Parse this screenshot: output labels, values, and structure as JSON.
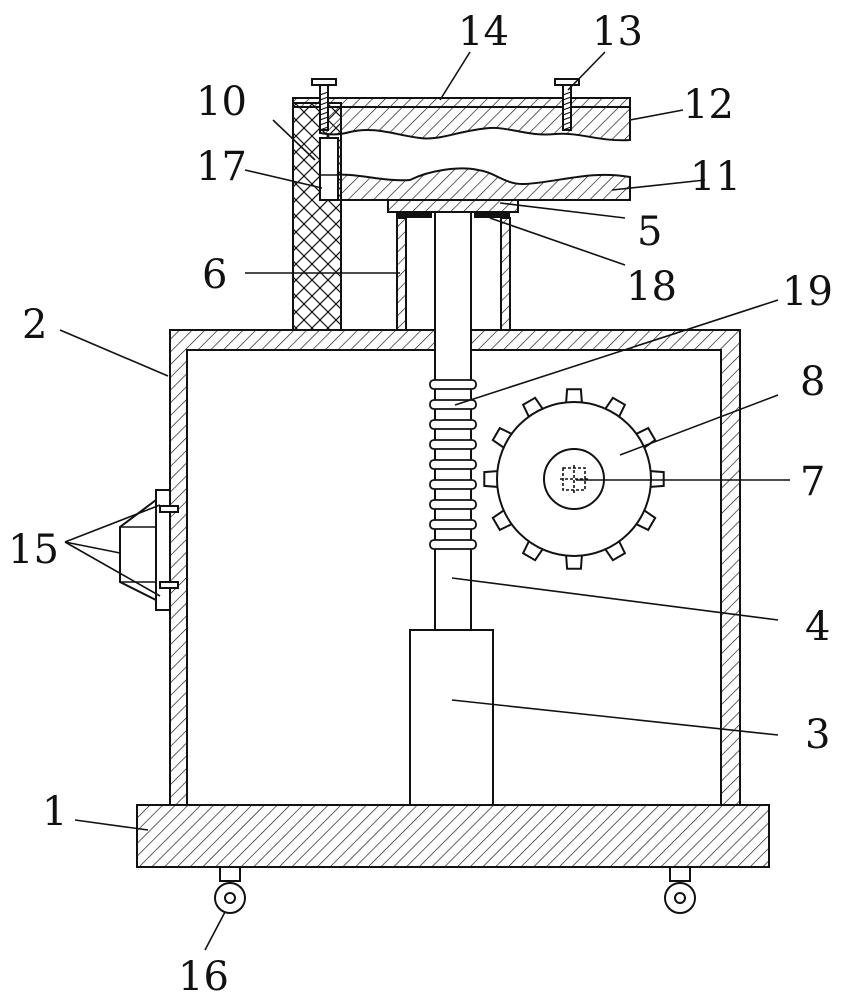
{
  "figure": {
    "labels": [
      {
        "id": "1",
        "text": "1"
      },
      {
        "id": "2",
        "text": "2"
      },
      {
        "id": "3",
        "text": "3"
      },
      {
        "id": "4",
        "text": "4"
      },
      {
        "id": "5",
        "text": "5"
      },
      {
        "id": "6",
        "text": "6"
      },
      {
        "id": "7",
        "text": "7"
      },
      {
        "id": "8",
        "text": "8"
      },
      {
        "id": "10",
        "text": "10"
      },
      {
        "id": "11",
        "text": "11"
      },
      {
        "id": "12",
        "text": "12"
      },
      {
        "id": "13",
        "text": "13"
      },
      {
        "id": "14",
        "text": "14"
      },
      {
        "id": "15",
        "text": "15"
      },
      {
        "id": "16",
        "text": "16"
      },
      {
        "id": "17",
        "text": "17"
      },
      {
        "id": "18",
        "text": "18"
      },
      {
        "id": "19",
        "text": "19"
      }
    ]
  }
}
